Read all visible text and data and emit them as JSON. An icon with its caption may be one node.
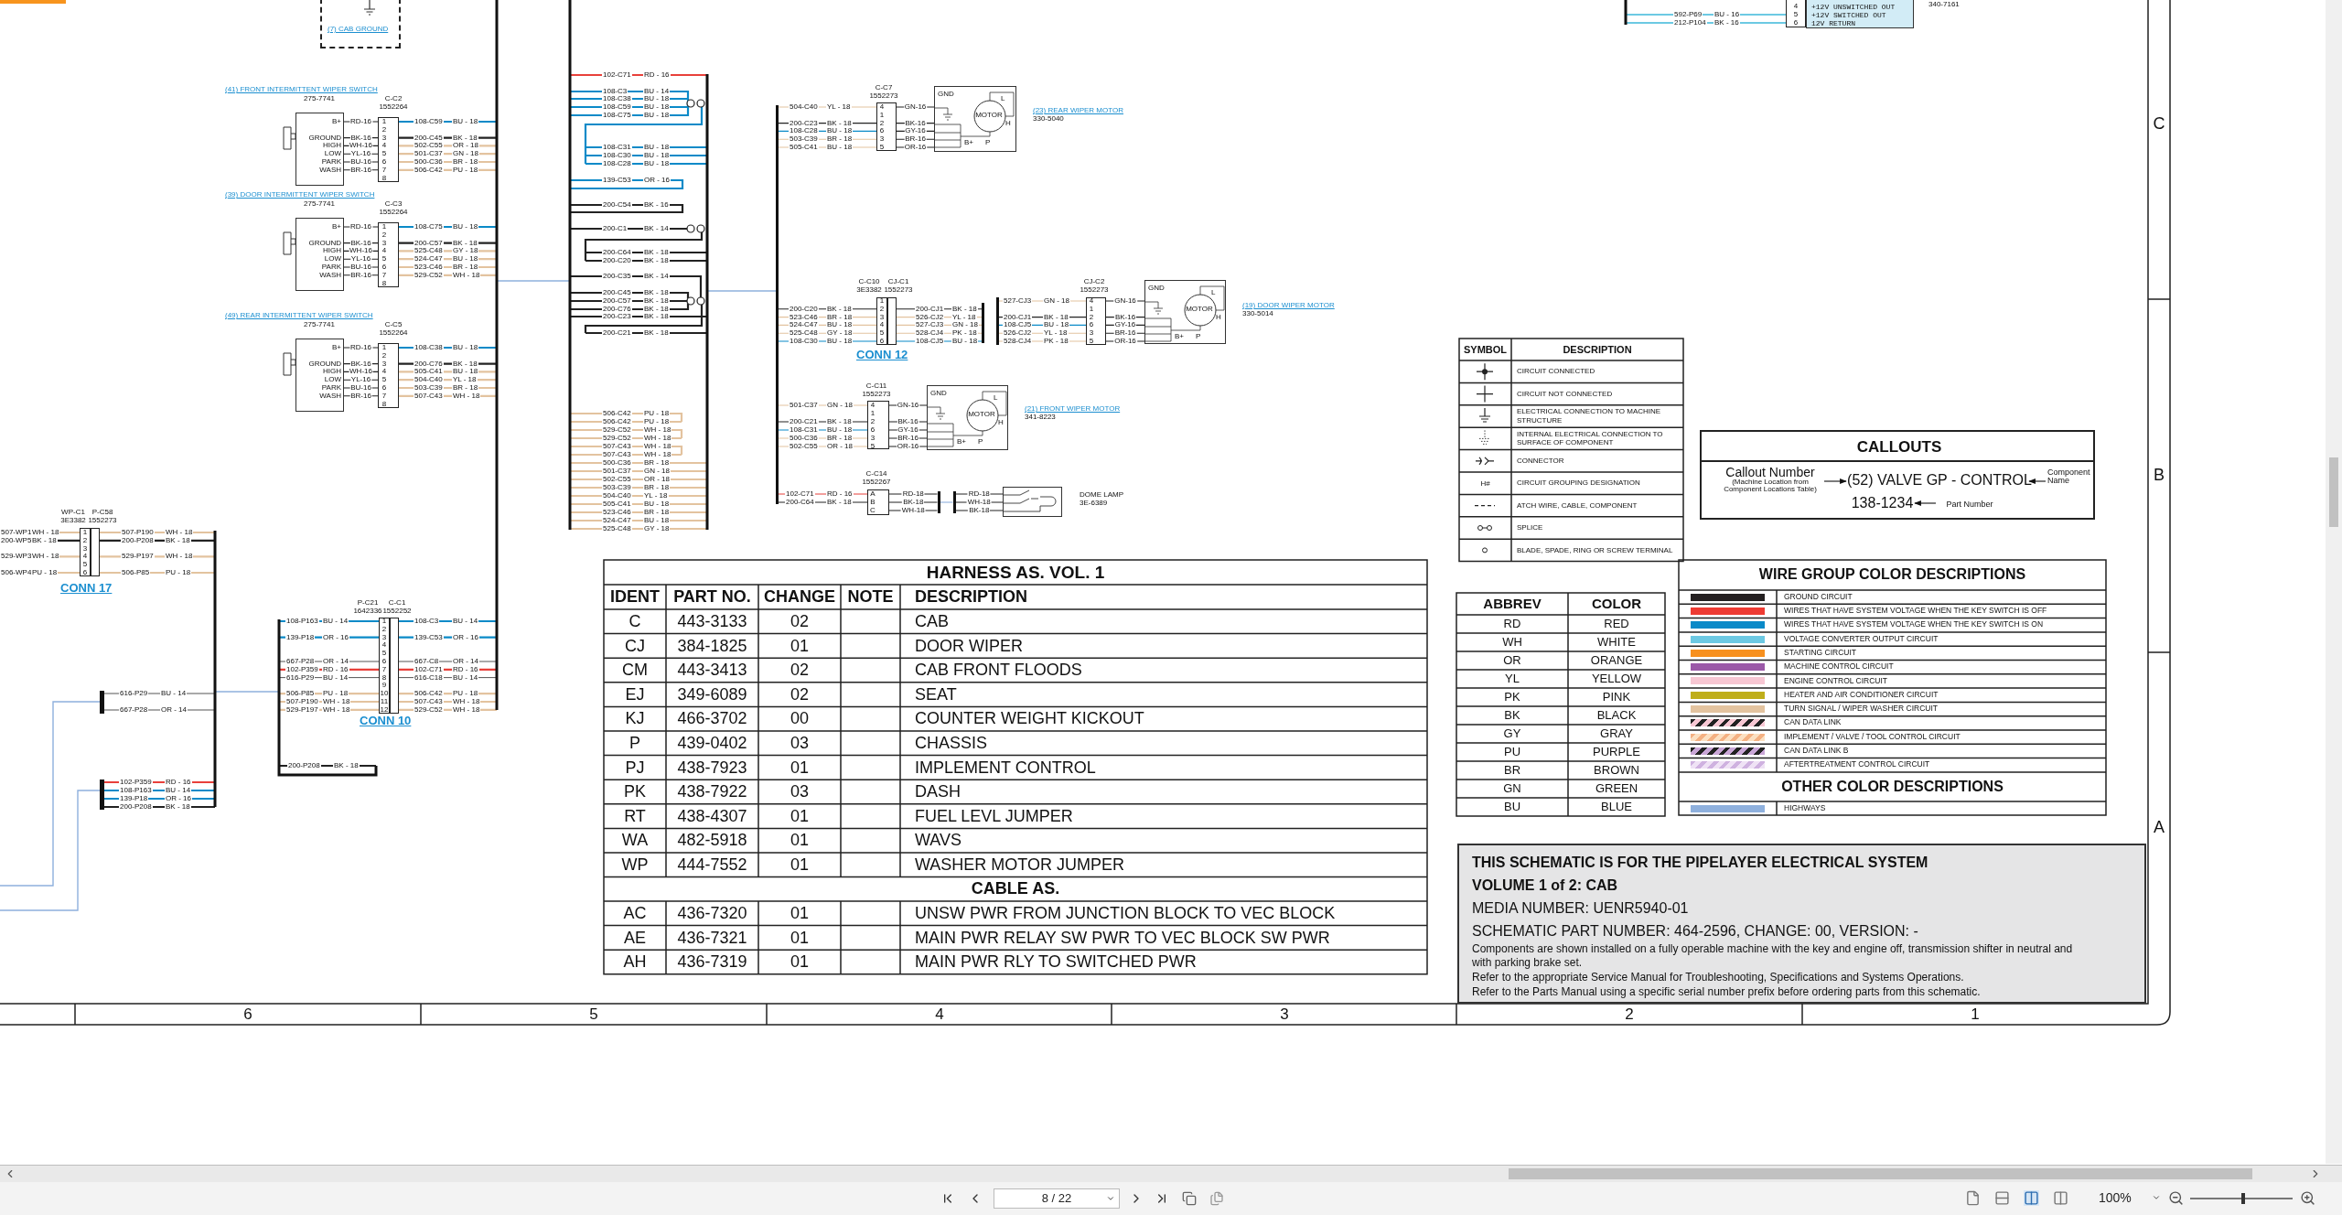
{
  "diagram": {
    "nodes": [
      {
        "text": [
          "(7) CAB GROUND"
        ]
      },
      {
        "text": [
          "(41) FRONT INTERMITTENT WIPER SWITCH",
          "275-7741",
          "B+",
          "GROUND",
          "HIGH",
          "LOW",
          "PARK",
          "WASH"
        ]
      },
      {
        "text": [
          "C-C2",
          "1552264",
          "1",
          "2",
          "3",
          "4",
          "5",
          "6",
          "7",
          "8"
        ],
        "beside": [
          "108-C59",
          "BU - 18",
          "200-C45",
          "BK - 18",
          "502-C55",
          "OR - 18",
          "501-C37",
          "GN - 18",
          "500-C36",
          "BR - 18",
          "506-C42",
          "PU - 18"
        ]
      },
      {
        "text": [
          "(39) DOOR INTERMITTENT WIPER SWITCH",
          "275-7741",
          "B+",
          "GROUND",
          "HIGH",
          "LOW",
          "PARK",
          "WASH"
        ]
      },
      {
        "text": [
          "C-C3",
          "1552264",
          "1",
          "2",
          "3",
          "4",
          "5",
          "6",
          "7",
          "8"
        ],
        "beside": [
          "108-C75",
          "BU - 18",
          "200-C57",
          "BK - 18",
          "525-C48",
          "GY - 18",
          "524-C47",
          "BU - 18",
          "523-C46",
          "BR - 18",
          "529-C52",
          "WH - 18"
        ]
      },
      {
        "text": [
          "(49) REAR INTERMITTENT WIPER SWITCH",
          "275-7741",
          "B+",
          "GROUND",
          "HIGH",
          "LOW",
          "PARK",
          "WASH"
        ]
      },
      {
        "text": [
          "C-C5",
          "1552264",
          "1",
          "2",
          "3",
          "4",
          "5",
          "6",
          "7",
          "8"
        ],
        "beside": [
          "108-C38",
          "BU - 18",
          "200-C76",
          "BK - 18",
          "505-C41",
          "BU - 18",
          "504-C40",
          "YL - 18",
          "503-C39",
          "BR - 18",
          "507-C43",
          "WH - 18"
        ]
      },
      {
        "text": [
          "WP-C1",
          "3E3382",
          "1",
          "2",
          "3",
          "4",
          "5",
          "6"
        ],
        "beside": [
          "507-WP1",
          "WH - 18",
          "200-WP5",
          "BK - 18",
          "529-WP3",
          "WH - 18",
          "506-WP4",
          "PU - 18"
        ]
      },
      {
        "text": [
          "P-C58",
          "1552273"
        ],
        "beside": [
          "507-P190",
          "WH - 18",
          "200-P208",
          "BK - 18",
          "529-P197",
          "WH - 18",
          "506-P85",
          "PU - 18"
        ]
      },
      {
        "text": [],
        "shape": "bar",
        "beside": [
          "616-P29",
          "BU - 14",
          "667-P28",
          "OR - 14"
        ]
      },
      {
        "text": [],
        "shape": "bar",
        "beside": [
          "102-P359",
          "RD - 16",
          "108-P163",
          "BU - 14",
          "139-P18",
          "OR - 16",
          "200-P208",
          "BK - 18"
        ]
      },
      {
        "text": [
          "P-C21",
          "1642336",
          "1",
          "2",
          "3",
          "4",
          "5",
          "6",
          "7",
          "8",
          "9",
          "10",
          "11",
          "12"
        ],
        "beside": [
          "108-P163",
          "BU - 14",
          "139-P18",
          "OR - 16",
          "667-P28",
          "OR - 14",
          "102-P359",
          "RD - 16",
          "616-P29",
          "BU - 14",
          "506-P85",
          "PU - 18",
          "507-P190",
          "WH - 18",
          "529-P197",
          "WH - 18"
        ]
      },
      {
        "text": [
          "C-C1",
          "1552252"
        ],
        "beside": [
          "108-C3",
          "BU - 14",
          "139-C53",
          "OR - 16",
          "667-C8",
          "OR - 14",
          "102-C71",
          "RD - 16",
          "616-C18",
          "BU - 14",
          "506-C42",
          "PU - 18",
          "507-C43",
          "WH - 18",
          "529-C52",
          "WH - 18"
        ]
      },
      {
        "text": [
          "C-C7",
          "1552273",
          "4",
          "1",
          "2",
          "6",
          "3",
          "5"
        ],
        "beside": [
          "504-C40",
          "YL - 18",
          "200-C23",
          "BK - 18",
          "108-C28",
          "BU - 18",
          "503-C39",
          "BR - 18",
          "505-C41",
          "BU - 18"
        ]
      },
      {
        "text": [
          "(23) REAR WIPER MOTOR",
          "330-5040",
          "GND",
          "MOTOR",
          "L",
          "H",
          "B+",
          "P"
        ]
      },
      {
        "text": [
          "C-C10",
          "3E3382",
          "1",
          "2",
          "3",
          "4",
          "5",
          "6"
        ],
        "beside": [
          "200-C20",
          "BK - 18",
          "523-C46",
          "BR - 18",
          "524-C47",
          "BU - 18",
          "525-C48",
          "GY - 18",
          "108-C30",
          "BU - 18"
        ]
      },
      {
        "text": [
          "CJ-C1",
          "1552273"
        ],
        "beside": [
          "200-CJ1",
          "BK - 18",
          "526-CJ2",
          "YL - 18",
          "527-CJ3",
          "GN - 18",
          "528-CJ4",
          "PK - 18",
          "108-CJ5",
          "BU - 18"
        ]
      },
      {
        "text": [
          "CJ-C2",
          "1552273",
          "4",
          "1",
          "2",
          "6",
          "3",
          "5"
        ]
      },
      {
        "text": [
          "(19) DOOR WIPER MOTOR",
          "330-5014",
          "GND",
          "MOTOR",
          "L",
          "H",
          "B+",
          "P"
        ]
      },
      {
        "text": [
          "C-C11",
          "1552273",
          "4",
          "1",
          "2",
          "6",
          "3",
          "5"
        ],
        "beside": [
          "501-C37",
          "GN - 18",
          "200-C21",
          "BK - 18",
          "108-C31",
          "BU - 18",
          "500-C36",
          "BR - 18",
          "502-C55",
          "OR - 18"
        ]
      },
      {
        "text": [
          "(21) FRONT WIPER MOTOR",
          "341-8223",
          "GND",
          "MOTOR",
          "L",
          "H",
          "B+",
          "P"
        ]
      },
      {
        "text": [
          "C-C14",
          "1552267",
          "A",
          "B",
          "C"
        ],
        "beside": [
          "102-C71",
          "RD - 16",
          "200-C64",
          "BK - 18"
        ]
      },
      {
        "text": [
          "DOME LAMP",
          "3E-6389"
        ]
      },
      {
        "text": [
          "4",
          "5",
          "6"
        ],
        "beside": [
          "592-P69",
          "BU - 16",
          "212-P104",
          "BK - 16"
        ]
      },
      {
        "text": [
          "+12V UNSWITCHED OUT",
          "+12V SWITCHED OUT",
          "12V RETURN"
        ],
        "beside": [
          "340-7161"
        ]
      },
      {
        "text": [
          "CALLOUTS"
        ]
      },
      {
        "text": [
          "Callout Number",
          "(Machine Location from Component Locations Table)"
        ],
        "in": 25
      },
      {
        "text": [
          "(52) VALVE GP - CONTROL"
        ],
        "in": 25
      },
      {
        "text": [
          "138-1234"
        ],
        "in": 25
      },
      {
        "text": [
          "Component Name"
        ],
        "in": 25
      },
      {
        "text": [
          "Part Number"
        ],
        "in": 25
      },
      {
        "text": [
          "THIS SCHEMATIC IS FOR THE PIPELAYER ELECTRICAL SYSTEM",
          "VOLUME 1 of 2: CAB",
          "MEDIA NUMBER: UENR5940-01",
          "SCHEMATIC PART NUMBER: 464-2596, CHANGE: 00, VERSION: -",
          "Components are shown installed on a fully operable machine with the key and engine off, transmission shifter in neutral and with parking brake set.",
          "Refer to the appropriate Service Manual for Troubleshooting, Specifications and Systems Operations.",
          "Refer to the Parts Manual using a specific serial number prefix before ordering parts from this schematic."
        ]
      },
      {
        "text": [],
        "shape": "bar"
      },
      {
        "text": [],
        "shape": "bar",
        "beside": [
          "527-CJ3",
          "GN - 18",
          "200-CJ1",
          "BK - 18",
          "108-CJ5",
          "BU - 18",
          "526-CJ2",
          "YL - 18",
          "528-CJ4",
          "PK - 18"
        ]
      },
      {
        "text": [],
        "shape": "bar"
      },
      {
        "text": [],
        "shape": "bar"
      },
      {
        "text": [],
        "shape": "bar"
      }
    ],
    "edges": [
      {
        "from": 26,
        "to": 27,
        "arrow": "to"
      },
      {
        "from": 29,
        "to": 27,
        "arrow": "to"
      },
      {
        "from": 30,
        "to": 28,
        "arrow": "to"
      },
      {
        "from": 1,
        "to": 2,
        "arrow": "none",
        "label": "RD-16"
      },
      {
        "from": 1,
        "to": 2,
        "arrow": "none",
        "label": "BK-16"
      },
      {
        "from": 1,
        "to": 2,
        "arrow": "none",
        "label": "WH-16"
      },
      {
        "from": 1,
        "to": 2,
        "arrow": "none",
        "label": "YL-16"
      },
      {
        "from": 1,
        "to": 2,
        "arrow": "none",
        "label": "BU-16"
      },
      {
        "from": 1,
        "to": 2,
        "arrow": "none",
        "label": "BR-16"
      },
      {
        "from": 3,
        "to": 4,
        "arrow": "none",
        "label": "RD-16"
      },
      {
        "from": 3,
        "to": 4,
        "arrow": "none",
        "label": "BK-16"
      },
      {
        "from": 3,
        "to": 4,
        "arrow": "none",
        "label": "WH-16"
      },
      {
        "from": 3,
        "to": 4,
        "arrow": "none",
        "label": "YL-16"
      },
      {
        "from": 3,
        "to": 4,
        "arrow": "none",
        "label": "BU-16"
      },
      {
        "from": 3,
        "to": 4,
        "arrow": "none",
        "label": "BR-16"
      },
      {
        "from": 5,
        "to": 6,
        "arrow": "none",
        "label": "RD-16"
      },
      {
        "from": 5,
        "to": 6,
        "arrow": "none",
        "label": "BK-16"
      },
      {
        "from": 5,
        "to": 6,
        "arrow": "none",
        "label": "WH-16"
      },
      {
        "from": 5,
        "to": 6,
        "arrow": "none",
        "label": "YL-16"
      },
      {
        "from": 5,
        "to": 6,
        "arrow": "none",
        "label": "BU-16"
      },
      {
        "from": 5,
        "to": 6,
        "arrow": "none",
        "label": "BR-16"
      },
      {
        "from": 13,
        "to": 14,
        "arrow": "none",
        "label": "GN-16"
      },
      {
        "from": 13,
        "to": 14,
        "arrow": "none",
        "label": "BK-16"
      },
      {
        "from": 13,
        "to": 14,
        "arrow": "none",
        "label": "GY-16"
      },
      {
        "from": 13,
        "to": 14,
        "arrow": "none",
        "label": "BR-16"
      },
      {
        "from": 13,
        "to": 14,
        "arrow": "none",
        "label": "OR-16"
      },
      {
        "from": 16,
        "to": 32,
        "arrow": "none"
      },
      {
        "from": 16,
        "to": 32,
        "arrow": "none",
        "color": "#e3c39f"
      },
      {
        "from": 16,
        "to": 32,
        "arrow": "none",
        "color": "#e3c39f"
      },
      {
        "from": 16,
        "to": 32,
        "arrow": "none",
        "color": "#e3c39f"
      },
      {
        "from": 16,
        "to": 32,
        "arrow": "none",
        "color": "#0a8ac8"
      },
      {
        "from": 33,
        "to": 17,
        "arrow": "none",
        "color": "#e3c39f"
      },
      {
        "from": 33,
        "to": 17,
        "arrow": "none"
      },
      {
        "from": 33,
        "to": 17,
        "arrow": "none",
        "color": "#0a8ac8"
      },
      {
        "from": 33,
        "to": 17,
        "arrow": "none",
        "color": "#e3c39f"
      },
      {
        "from": 33,
        "to": 17,
        "arrow": "none",
        "color": "#e3c39f"
      },
      {
        "from": 17,
        "to": 18,
        "arrow": "none",
        "label": "GN-16"
      },
      {
        "from": 17,
        "to": 18,
        "arrow": "none",
        "label": "BK-16"
      },
      {
        "from": 17,
        "to": 18,
        "arrow": "none",
        "label": "GY-16"
      },
      {
        "from": 17,
        "to": 18,
        "arrow": "none",
        "label": "BR-16"
      },
      {
        "from": 17,
        "to": 18,
        "arrow": "none",
        "label": "OR-16"
      },
      {
        "from": 19,
        "to": 20,
        "arrow": "none",
        "label": "GN-16"
      },
      {
        "from": 19,
        "to": 20,
        "arrow": "none",
        "label": "BK-16"
      },
      {
        "from": 19,
        "to": 20,
        "arrow": "none",
        "label": "GY-16"
      },
      {
        "from": 19,
        "to": 20,
        "arrow": "none",
        "label": "BR-16"
      },
      {
        "from": 19,
        "to": 20,
        "arrow": "none",
        "label": "OR-16"
      },
      {
        "from": 21,
        "to": 34,
        "arrow": "none",
        "label": "RD-18"
      },
      {
        "from": 21,
        "to": 34,
        "arrow": "none",
        "label": "BK-18"
      },
      {
        "from": 21,
        "to": 34,
        "arrow": "none",
        "label": "WH-18"
      },
      {
        "from": 35,
        "to": 22,
        "arrow": "none",
        "label": "RD-18"
      },
      {
        "from": 35,
        "to": 22,
        "arrow": "none",
        "label": "WH-18"
      },
      {
        "from": 35,
        "to": 22,
        "arrow": "none",
        "label": "BK-18"
      },
      {
        "from": 34,
        "to": 35,
        "arrow": "none",
        "color": "#8eb0dd"
      },
      {
        "from": 36,
        "to": 13,
        "arrow": "none",
        "color": "#e3c39f"
      },
      {
        "from": 36,
        "to": 13,
        "arrow": "none"
      },
      {
        "from": 36,
        "to": 13,
        "arrow": "none",
        "color": "#0a8ac8"
      },
      {
        "from": 36,
        "to": 13,
        "arrow": "none",
        "color": "#e3c39f"
      },
      {
        "from": 36,
        "to": 13,
        "arrow": "none",
        "color": "#e3c39f"
      },
      {
        "from": 36,
        "to": 15,
        "arrow": "none"
      },
      {
        "from": 36,
        "to": 15,
        "arrow": "none",
        "color": "#e3c39f"
      },
      {
        "from": 36,
        "to": 15,
        "arrow": "none",
        "color": "#e3c39f"
      },
      {
        "from": 36,
        "to": 15,
        "arrow": "none",
        "color": "#e3c39f"
      },
      {
        "from": 36,
        "to": 15,
        "arrow": "none",
        "color": "#0a8ac8"
      },
      {
        "from": 36,
        "to": 19,
        "arrow": "none",
        "color": "#e3c39f"
      },
      {
        "from": 36,
        "to": 19,
        "arrow": "none"
      },
      {
        "from": 36,
        "to": 19,
        "arrow": "none",
        "color": "#0a8ac8"
      },
      {
        "from": 36,
        "to": 19,
        "arrow": "none",
        "color": "#e3c39f"
      },
      {
        "from": 36,
        "to": 19,
        "arrow": "none",
        "color": "#e3c39f"
      },
      {
        "from": 36,
        "to": 21,
        "arrow": "none",
        "color": "#e8403a"
      },
      {
        "from": 36,
        "to": 21,
        "arrow": "none"
      }
    ],
    "labels": [
      "CONN 17",
      "CONN 10",
      "CONN 12",
      "200-P208",
      "BK - 18",
      "102-C71",
      "RD - 16",
      "108-C3",
      "BU - 14",
      "108-C38",
      "BU - 18",
      "108-C59",
      "BU - 18",
      "108-C75",
      "BU - 18",
      "108-C31",
      "BU - 18",
      "108-C30",
      "BU - 18",
      "108-C28",
      "BU - 18",
      "139-C53",
      "OR - 16",
      "200-C54",
      "BK - 16",
      "200-C1",
      "BK - 14",
      "200-C64",
      "BK - 18",
      "200-C20",
      "BK - 18",
      "200-C35",
      "BK - 14",
      "200-C45",
      "BK - 18",
      "200-C57",
      "BK - 18",
      "200-C76",
      "BK - 18",
      "200-C23",
      "BK - 18",
      "200-C21",
      "BK - 18",
      "506-C42",
      "PU - 18",
      "506-C42",
      "PU - 18",
      "529-C52",
      "WH - 18",
      "529-C52",
      "WH - 18",
      "507-C43",
      "WH - 18",
      "507-C43",
      "WH - 18",
      "500-C36",
      "BR - 18",
      "501-C37",
      "GN - 18",
      "502-C55",
      "OR - 18",
      "503-C39",
      "BR - 18",
      "504-C40",
      "YL - 18",
      "505-C41",
      "BU - 18",
      "523-C46",
      "BR - 18",
      "524-C47",
      "BU - 18",
      "525-C48",
      "GY - 18",
      "C",
      "B",
      "A",
      "SYMBOL",
      "DESCRIPTION",
      "CIRCUIT CONNECTED",
      "CIRCUIT NOT CONNECTED",
      "ELECTRICAL CONNECTION TO MACHINE STRUCTURE",
      "INTERNAL ELECTRICAL CONNECTION TO SURFACE OF COMPONENT",
      "CONNECTOR",
      "H#",
      "CIRCUIT GROUPING DESIGNATION",
      "ATCH WIRE, CABLE, COMPONENT",
      "SPLICE",
      "BLADE, SPADE, RING OR SCREW TERMINAL",
      "HARNESS AS. VOL. 1",
      "IDENT",
      "PART NO.",
      "CHANGE",
      "NOTE",
      "DESCRIPTION",
      "C",
      "443-3133",
      "02",
      "CAB",
      "CJ",
      "384-1825",
      "01",
      "DOOR WIPER",
      "CM",
      "443-3413",
      "02",
      "CAB FRONT FLOODS",
      "EJ",
      "349-6089",
      "02",
      "SEAT",
      "KJ",
      "466-3702",
      "00",
      "COUNTER WEIGHT KICKOUT",
      "P",
      "439-0402",
      "03",
      "CHASSIS",
      "PJ",
      "438-7923",
      "01",
      "IMPLEMENT CONTROL",
      "PK",
      "438-7922",
      "03",
      "DASH",
      "RT",
      "438-4307",
      "01",
      "FUEL LEVL JUMPER",
      "WA",
      "482-5918",
      "01",
      "WAVS",
      "WP",
      "444-7552",
      "01",
      "WASHER MOTOR JUMPER",
      "CABLE AS.",
      "AC",
      "436-7320",
      "01",
      "UNSW PWR FROM JUNCTION BLOCK TO VEC BLOCK",
      "AE",
      "436-7321",
      "01",
      "MAIN PWR RELAY SW PWR TO VEC BLOCK SW PWR",
      "AH",
      "436-7319",
      "01",
      "MAIN PWR RLY TO SWITCHED PWR",
      "ABBREV",
      "COLOR",
      "RD",
      "RED",
      "WH",
      "WHITE",
      "OR",
      "ORANGE",
      "YL",
      "YELLOW",
      "PK",
      "PINK",
      "BK",
      "BLACK",
      "GY",
      "GRAY",
      "PU",
      "PURPLE",
      "BR",
      "BROWN",
      "GN",
      "GREEN",
      "BU",
      "BLUE",
      "WIRE GROUP COLOR DESCRIPTIONS",
      "OTHER COLOR DESCRIPTIONS",
      "6",
      "5",
      "4",
      "3",
      "2",
      "1",
      "8 / 22",
      "100%"
    ],
    "legend": [
      {
        "text": "GROUND CIRCUIT",
        "color": "#231f20"
      },
      {
        "text": "WIRES THAT HAVE SYSTEM VOLTAGE WHEN THE KEY SWITCH IS OFF",
        "color": "#ee3b33"
      },
      {
        "text": "WIRES THAT HAVE SYSTEM VOLTAGE WHEN THE KEY SWITCH IS ON",
        "color": "#0a8ac8"
      },
      {
        "text": "VOLTAGE CONVERTER OUTPUT CIRCUIT",
        "color": "#6cc9e3"
      },
      {
        "text": "STARTING CIRCUIT",
        "color": "#f7901e"
      },
      {
        "text": "MACHINE CONTROL CIRCUIT",
        "color": "#9b59a8"
      },
      {
        "text": "ENGINE CONTROL CIRCUIT",
        "color": "#f7c7d3"
      },
      {
        "text": "HEATER AND AIR CONDITIONER CIRCUIT",
        "color": "#bfae1a"
      },
      {
        "text": "TURN SIGNAL / WIPER WASHER CIRCUIT",
        "color": "#e3c39f"
      },
      {
        "text": "CAN DATA LINK"
      },
      {
        "text": "IMPLEMENT / VALVE / TOOL CONTROL CIRCUIT"
      },
      {
        "text": "CAN DATA LINK B"
      },
      {
        "text": "AFTERTREATMENT CONTROL CIRCUIT"
      },
      {
        "text": "HIGHWAYS",
        "color": "#8eb0dd"
      }
    ]
  }
}
